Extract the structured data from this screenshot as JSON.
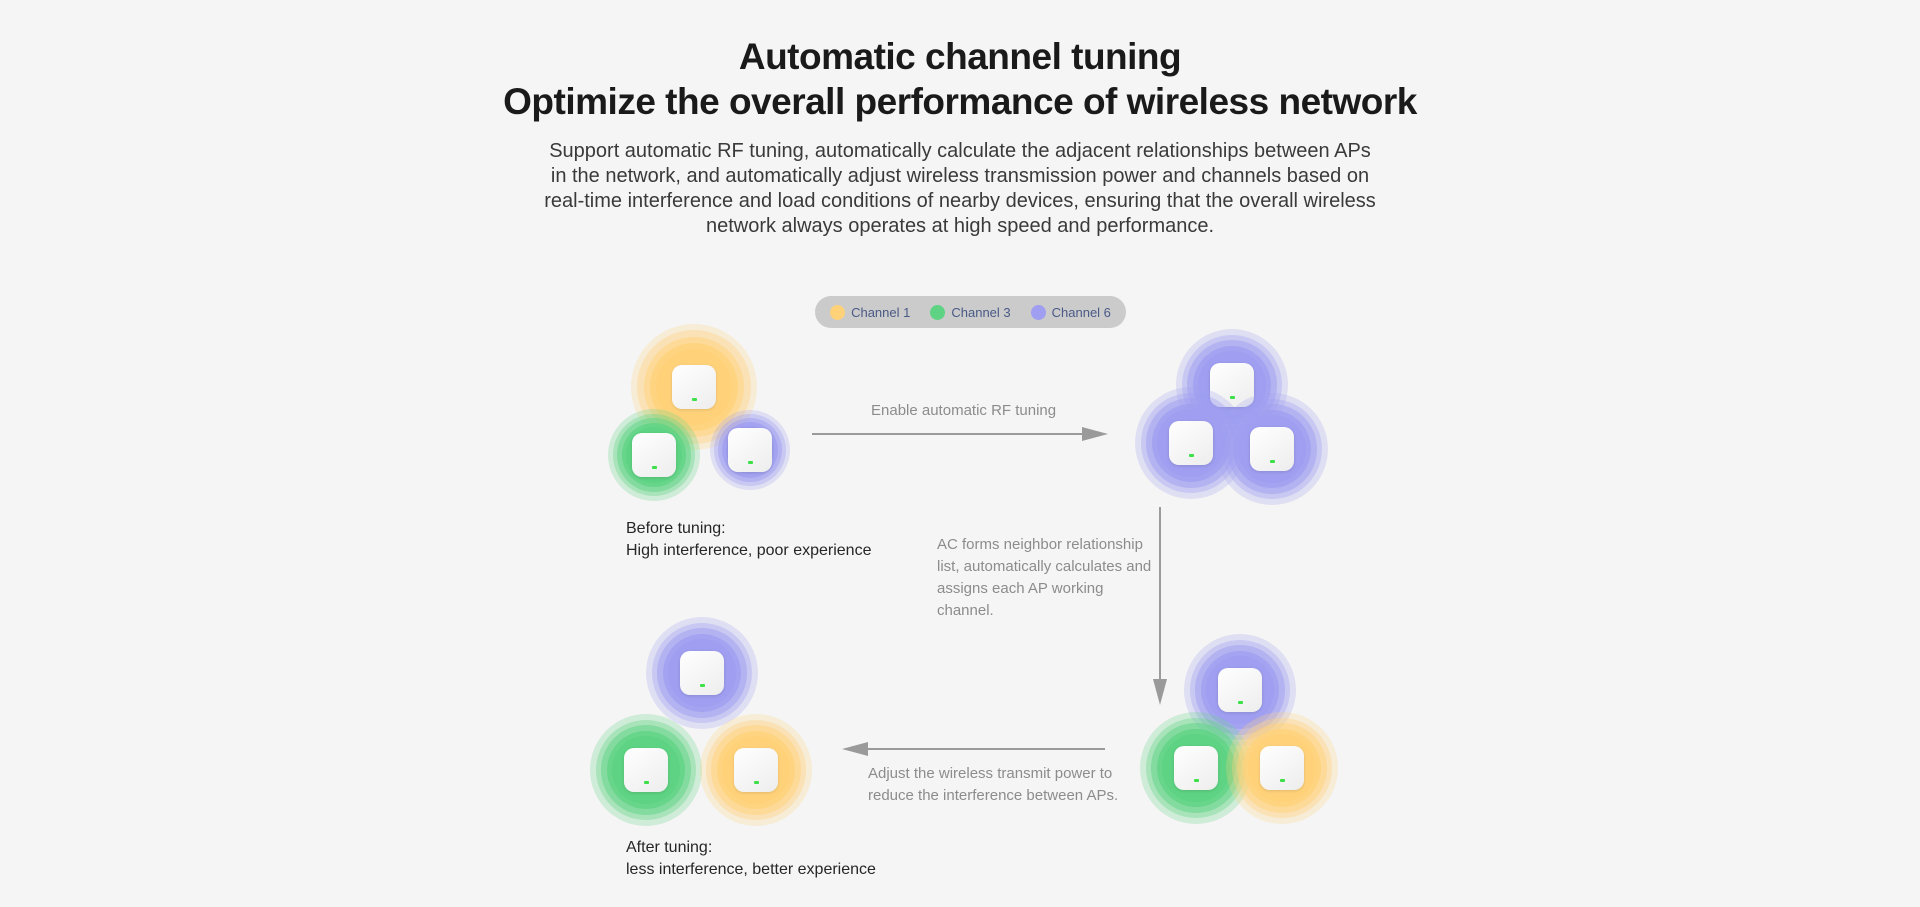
{
  "header": {
    "title_line1": "Automatic channel tuning",
    "title_line2": "Optimize the overall performance of wireless network",
    "description": "Support automatic RF tuning, automatically calculate the adjacent relationships between APs in the network, and automatically adjust wireless transmission power and channels based on real-time interference and load conditions of nearby devices, ensuring that the overall wireless network always operates at high speed and performance."
  },
  "legend": {
    "items": [
      {
        "label": "Channel 1",
        "color": "#ffd27a",
        "icon": "channel-1-dot"
      },
      {
        "label": "Channel 3",
        "color": "#5ed383",
        "icon": "channel-3-dot"
      },
      {
        "label": "Channel 6",
        "color": "#9f9ef0",
        "icon": "channel-6-dot"
      }
    ]
  },
  "colors": {
    "channel_1": "#ffd27a",
    "channel_3": "#5ed383",
    "channel_6": "#9f9ef0",
    "arrow": "#9a9a9a",
    "led": "#3ee04a"
  },
  "steps": {
    "before": {
      "caption_line1": "Before tuning:",
      "caption_line2": "High interference, poor experience",
      "aps": [
        {
          "channel": "channel_1",
          "power": "high"
        },
        {
          "channel": "channel_3",
          "power": "medium"
        },
        {
          "channel": "channel_6",
          "power": "low"
        }
      ]
    },
    "arrow1_label": "Enable automatic RF tuning",
    "after_rf": {
      "aps": [
        {
          "channel": "channel_6",
          "power": "high"
        },
        {
          "channel": "channel_6",
          "power": "high"
        },
        {
          "channel": "channel_6",
          "power": "high"
        }
      ]
    },
    "arrow2_label": "AC forms neighbor relationship list, automatically calculates and assigns each AP working channel.",
    "after_channel": {
      "aps": [
        {
          "channel": "channel_6",
          "power": "high"
        },
        {
          "channel": "channel_3",
          "power": "high"
        },
        {
          "channel": "channel_1",
          "power": "high"
        }
      ]
    },
    "arrow3_label": "Adjust the wireless transmit power to reduce the interference between APs.",
    "after": {
      "caption_line1": "After tuning:",
      "caption_line2": "less interference, better experience",
      "aps": [
        {
          "channel": "channel_6",
          "power": "reduced"
        },
        {
          "channel": "channel_3",
          "power": "reduced"
        },
        {
          "channel": "channel_1",
          "power": "reduced"
        }
      ]
    }
  }
}
